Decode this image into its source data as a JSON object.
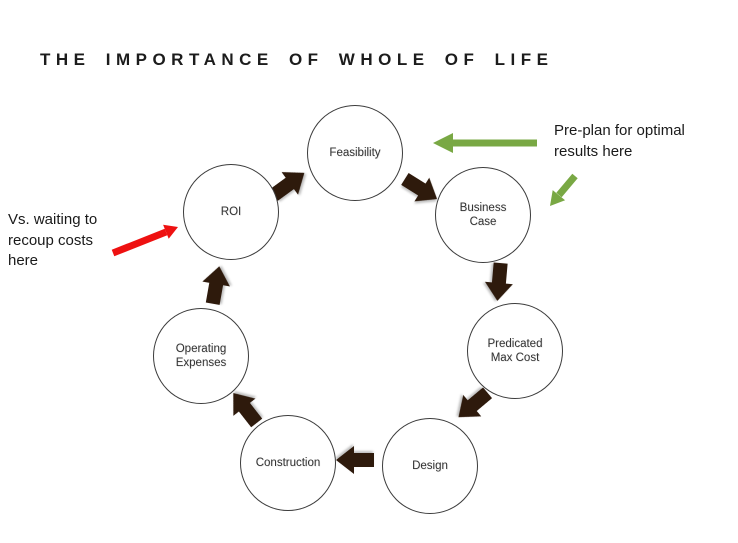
{
  "title": "THE IMPORTANCE OF WHOLE OF LIFE",
  "cycle": {
    "nodes": [
      {
        "label": "Feasibility"
      },
      {
        "label": "Business Case"
      },
      {
        "label": "Predicated Max Cost"
      },
      {
        "label": "Design"
      },
      {
        "label": "Construction"
      },
      {
        "label": "Operating Expenses"
      },
      {
        "label": "ROI"
      }
    ],
    "arrow_color": "#2E1A0C",
    "node_border_color": "#3C3C3C"
  },
  "annotations": {
    "preplan": {
      "text": "Pre-plan for optimal results here",
      "arrow_color": "#79A844"
    },
    "recoup": {
      "text": "Vs. waiting to recoup costs here",
      "arrow_color": "#EE1111"
    }
  }
}
